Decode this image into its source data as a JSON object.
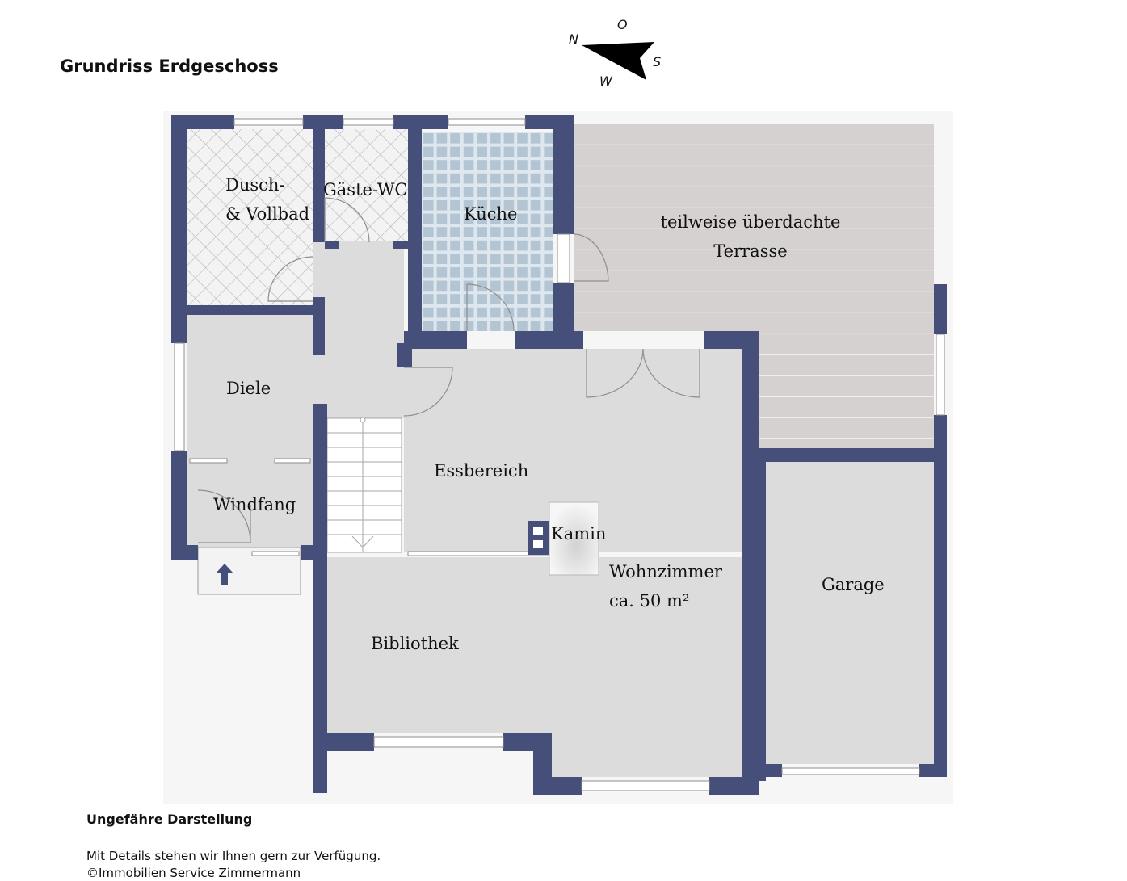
{
  "title": "Grundriss Erdgeschoss",
  "compass": {
    "n": "N",
    "o": "O",
    "s": "S",
    "w": "W"
  },
  "rooms": {
    "bad": {
      "line1": "Dusch-",
      "line2": "& Vollbad"
    },
    "wc": "Gäste-WC",
    "kueche": "Küche",
    "terrasse": {
      "line1": "teilweise überdachte",
      "line2": "Terrasse"
    },
    "diele": "Diele",
    "windfang": "Windfang",
    "essbereich": "Essbereich",
    "kamin": "Kamin",
    "wohnzimmer": {
      "line1": "Wohnzimmer",
      "line2": "ca. 50 m²"
    },
    "bibliothek": "Bibliothek",
    "garage": "Garage"
  },
  "notes": {
    "title": "Ungefähre Darstellung",
    "line1": "Mit Details stehen wir Ihnen gern zur Verfügung.",
    "line2": "©Immobilien Service Zimmermann"
  },
  "colors": {
    "wall": "#454f79",
    "floor": "#dcdcdc",
    "terrace": "#d3cfcf",
    "tile": "#bccbd6",
    "window": "#ffffff"
  }
}
